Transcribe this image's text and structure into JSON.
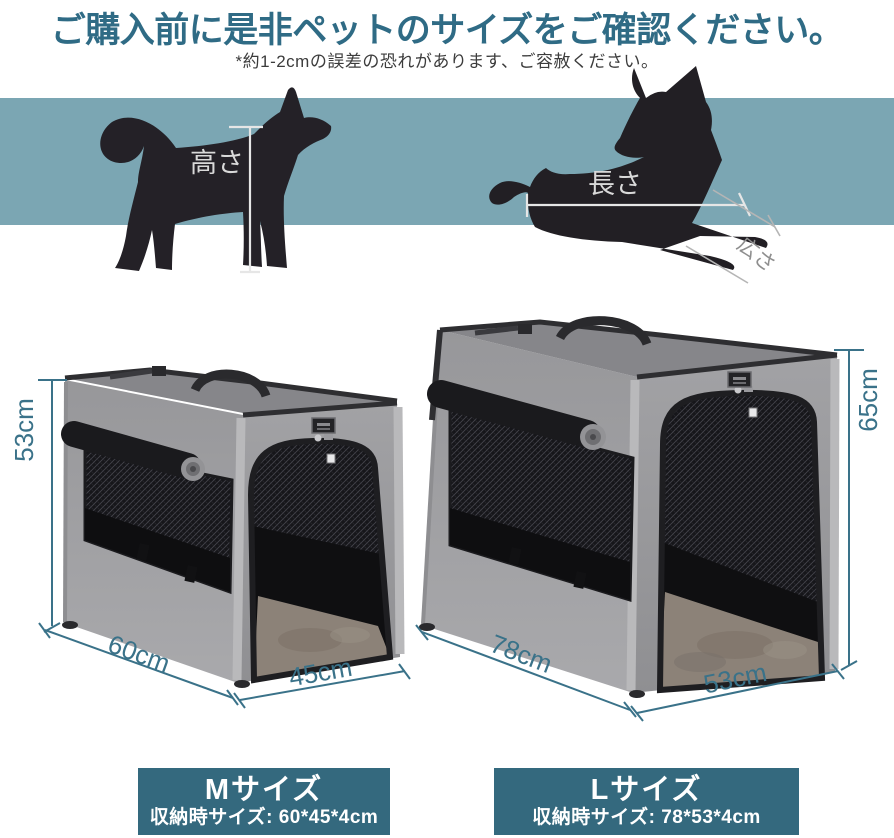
{
  "header": {
    "title": "ご購入前に是非ペットのサイズをご確認ください。",
    "subtitle": "*約1-2cmの誤差の恐れがあります、ご容赦ください。"
  },
  "measure_guide": {
    "height_label": "高さ",
    "length_label": "長さ",
    "depth_label": "広さ"
  },
  "size_m": {
    "name": "Mサイズ",
    "storage": "収納時サイズ: 60*45*4cm",
    "height": "53cm",
    "length": "60cm",
    "depth": "45cm"
  },
  "size_l": {
    "name": "Lサイズ",
    "storage": "収納時サイズ: 78*53*4cm",
    "height": "65cm",
    "length": "78cm",
    "depth": "53cm"
  },
  "colors": {
    "accent_teal": "#2f6b85",
    "band_blue": "#7ba6b3",
    "label_box_bg": "#34697e",
    "dimension_text": "#3a7289"
  }
}
